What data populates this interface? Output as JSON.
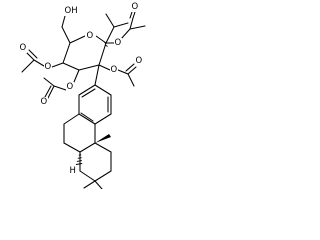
{
  "molecule": {
    "atom_labels": {
      "hydroxyl": "OH",
      "ring_oxygen": "O",
      "oac_1_ester_o": "O",
      "oac_1_carbonyl_o": "O",
      "oac_2_ester_o": "O",
      "oac_2_carbonyl_o": "O",
      "oac_3_ester_o": "O",
      "oac_3_carbonyl_o": "O",
      "oac_4_ester_o": "O",
      "oac_4_carbonyl_o": "O",
      "ring_junction_h": "H"
    }
  }
}
